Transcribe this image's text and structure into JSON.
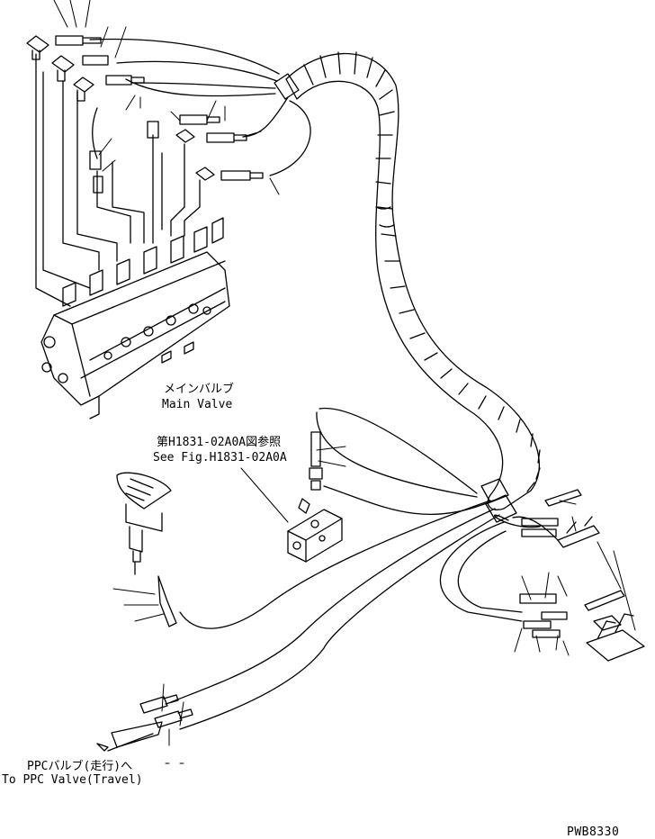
{
  "labels": {
    "main_valve_jp": "メインバルブ",
    "main_valve_en": "Main Valve",
    "ref_jp": "第H1831-02A0A図参照",
    "ref_en": "See Fig.H1831-02A0A",
    "ppc_jp": "PPCバルブ(走行)へ",
    "ppc_en": "To PPC Valve(Travel)",
    "drawing_code": "PWB8330"
  }
}
